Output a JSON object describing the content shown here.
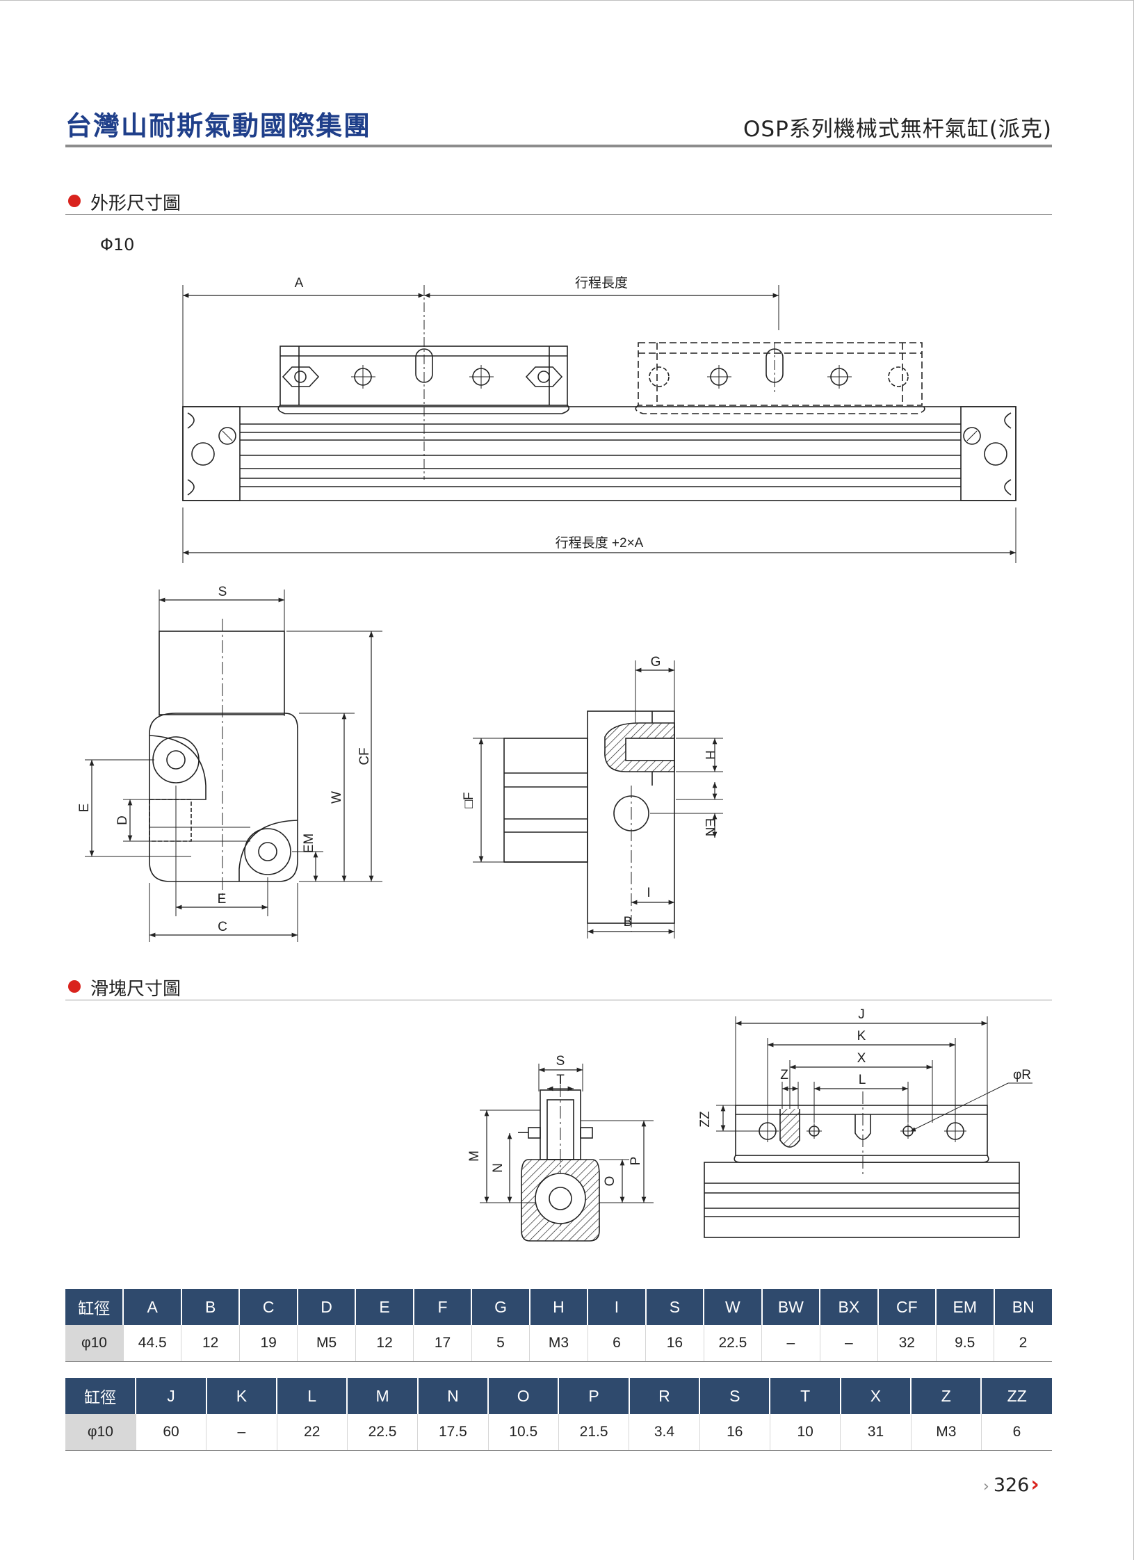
{
  "header": {
    "brand": "台灣山耐斯氣動國際集團",
    "series": "OSP系列機械式無杆氣缸(派克)"
  },
  "sections": {
    "outline": "外形尺寸圖",
    "slider": "滑塊尺寸圖"
  },
  "bore_label": "Φ10",
  "drawing_labels": {
    "A": "A",
    "stroke": "行程長度",
    "overall": "行程長度 +2×A",
    "S": "S",
    "CF": "CF",
    "W": "W",
    "E": "E",
    "D": "D",
    "EM": "EM",
    "C": "C",
    "G": "G",
    "H": "H",
    "F": "□F",
    "EN": "EN",
    "I": "I",
    "B": "B",
    "J": "J",
    "K": "K",
    "X": "X",
    "Z": "Z",
    "L": "L",
    "R": "φR",
    "ZZ": "ZZ",
    "S2": "S",
    "T": "T",
    "M": "M",
    "N": "N",
    "P": "P",
    "O": "O"
  },
  "table1": {
    "headers": [
      "缸徑",
      "A",
      "B",
      "C",
      "D",
      "E",
      "F",
      "G",
      "H",
      "I",
      "S",
      "W",
      "BW",
      "BX",
      "CF",
      "EM",
      "BN"
    ],
    "row": [
      "φ10",
      "44.5",
      "12",
      "19",
      "M5",
      "12",
      "17",
      "5",
      "M3",
      "6",
      "16",
      "22.5",
      "–",
      "–",
      "32",
      "9.5",
      "2"
    ]
  },
  "table2": {
    "headers": [
      "缸徑",
      "J",
      "K",
      "L",
      "M",
      "N",
      "O",
      "P",
      "R",
      "S",
      "T",
      "X",
      "Z",
      "ZZ"
    ],
    "row": [
      "φ10",
      "60",
      "–",
      "22",
      "22.5",
      "17.5",
      "10.5",
      "21.5",
      "3.4",
      "16",
      "10",
      "31",
      "M3",
      "6"
    ]
  },
  "page_number": "326"
}
